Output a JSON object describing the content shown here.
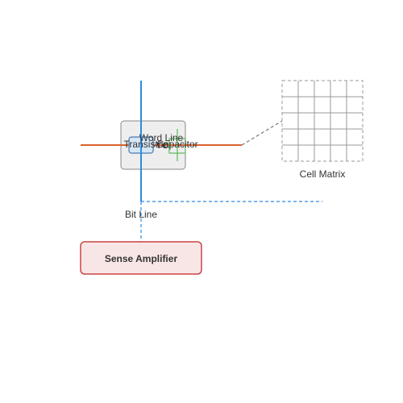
{
  "labels": {
    "word_line": "Word Line",
    "transistor": "Transistor",
    "capacitor": "Capacitor",
    "cell_matrix": "Cell Matrix",
    "bit_line": "Bit Line",
    "sense_amplifier": "Sense Amplifier",
    "transistor_mark": "T",
    "capacitor_mark": "C"
  },
  "colors": {
    "word_line": "#d9622b",
    "bit_line": "#2c8be0",
    "capacitor": "#5cb85c",
    "sense_amp_border": "#cc4444",
    "sense_amp_fill": "#f8e6e6",
    "cell_box_border": "#888888",
    "cell_box_fill": "#eeeeee",
    "transistor_border": "#4a7ab0",
    "transistor_fill": "#d6e6f5",
    "matrix_grid": "#999999",
    "connector": "#777777"
  },
  "cell_matrix": {
    "rows": 5,
    "cols": 5
  }
}
